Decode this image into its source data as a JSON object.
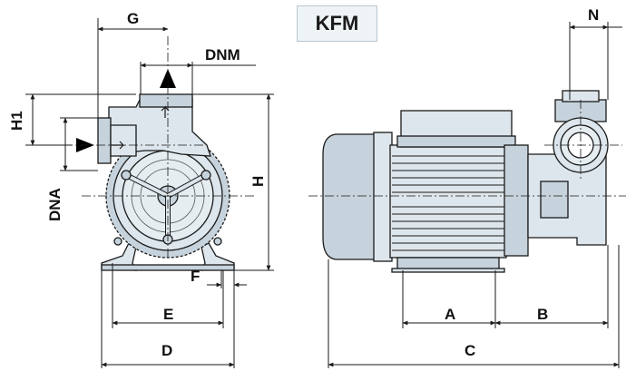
{
  "title": "KFM",
  "dimension_labels": {
    "G": "G",
    "DNM": "DNM",
    "H1": "H1",
    "DNA": "DNA",
    "H": "H",
    "F": "F",
    "E": "E",
    "D": "D",
    "N": "N",
    "A": "A",
    "B": "B",
    "C": "C"
  },
  "colors": {
    "body_fill": "#dde6ec",
    "body_fill_dark": "#c6d3dc",
    "line": "#1a1a1a",
    "arrow": "#000000",
    "title_bg": "#eef3f6"
  }
}
